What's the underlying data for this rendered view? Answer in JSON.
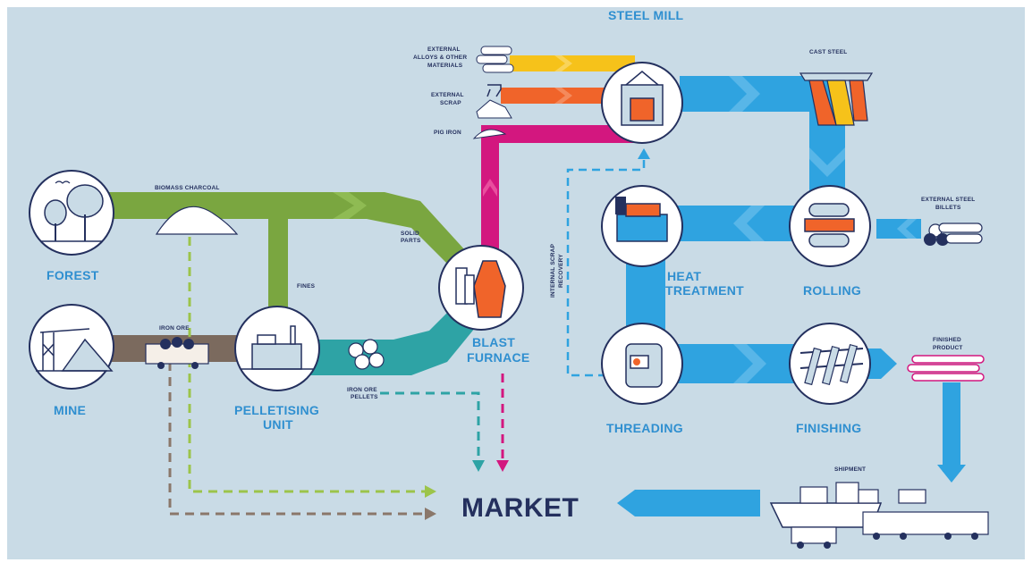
{
  "labels": {
    "forest": "FOREST",
    "mine": "MINE",
    "pelletising_1": "PELLETISING",
    "pelletising_2": "UNIT",
    "blast_1": "BLAST",
    "blast_2": "FURNACE",
    "steel_mill": "STEEL MILL",
    "heat_1": "HEAT",
    "heat_2": "TREATMENT",
    "rolling": "ROLLING",
    "threading": "THREADING",
    "finishing": "FINISHING",
    "market": "MARKET"
  },
  "small_labels": {
    "biomass_charcoal": "BIOMASS CHARCOAL",
    "iron_ore": "IRON ORE",
    "fines": "FINES",
    "solid_parts_1": "SOLID",
    "solid_parts_2": "PARTS",
    "iron_ore_pellets_1": "IRON ORE",
    "iron_ore_pellets_2": "PELLETS",
    "external_alloys_1": "EXTERNAL",
    "external_alloys_2": "ALLOYS & OTHER",
    "external_alloys_3": "MATERIALS",
    "external_scrap_1": "EXTERNAL",
    "external_scrap_2": "SCRAP",
    "pig_iron": "PIG IRON",
    "cast_steel": "CAST STEEL",
    "external_billets_1": "EXTERNAL STEEL",
    "external_billets_2": "BILLETS",
    "internal_scrap_1": "INTERNAL SCRAP",
    "internal_scrap_2": "RECOVERY",
    "finished_product_1": "FINISHED",
    "finished_product_2": "PRODUCT",
    "shipment": "SHIPMENT"
  },
  "colors": {
    "background": "#c9dbe6",
    "green": "#7aa640",
    "brown": "#7b6a5e",
    "teal": "#2ea3a5",
    "magenta": "#d3177f",
    "yellow": "#f6c21a",
    "orange": "#f0642a",
    "blue": "#2fa3e0",
    "navy": "#24305e",
    "label_blue": "#2f8fd0",
    "dash_green": "#9cc44a",
    "dash_brown": "#8a776a",
    "dash_teal": "#2ea3a5",
    "dash_magenta": "#d3177f",
    "dash_blue": "#2fa3e0"
  }
}
